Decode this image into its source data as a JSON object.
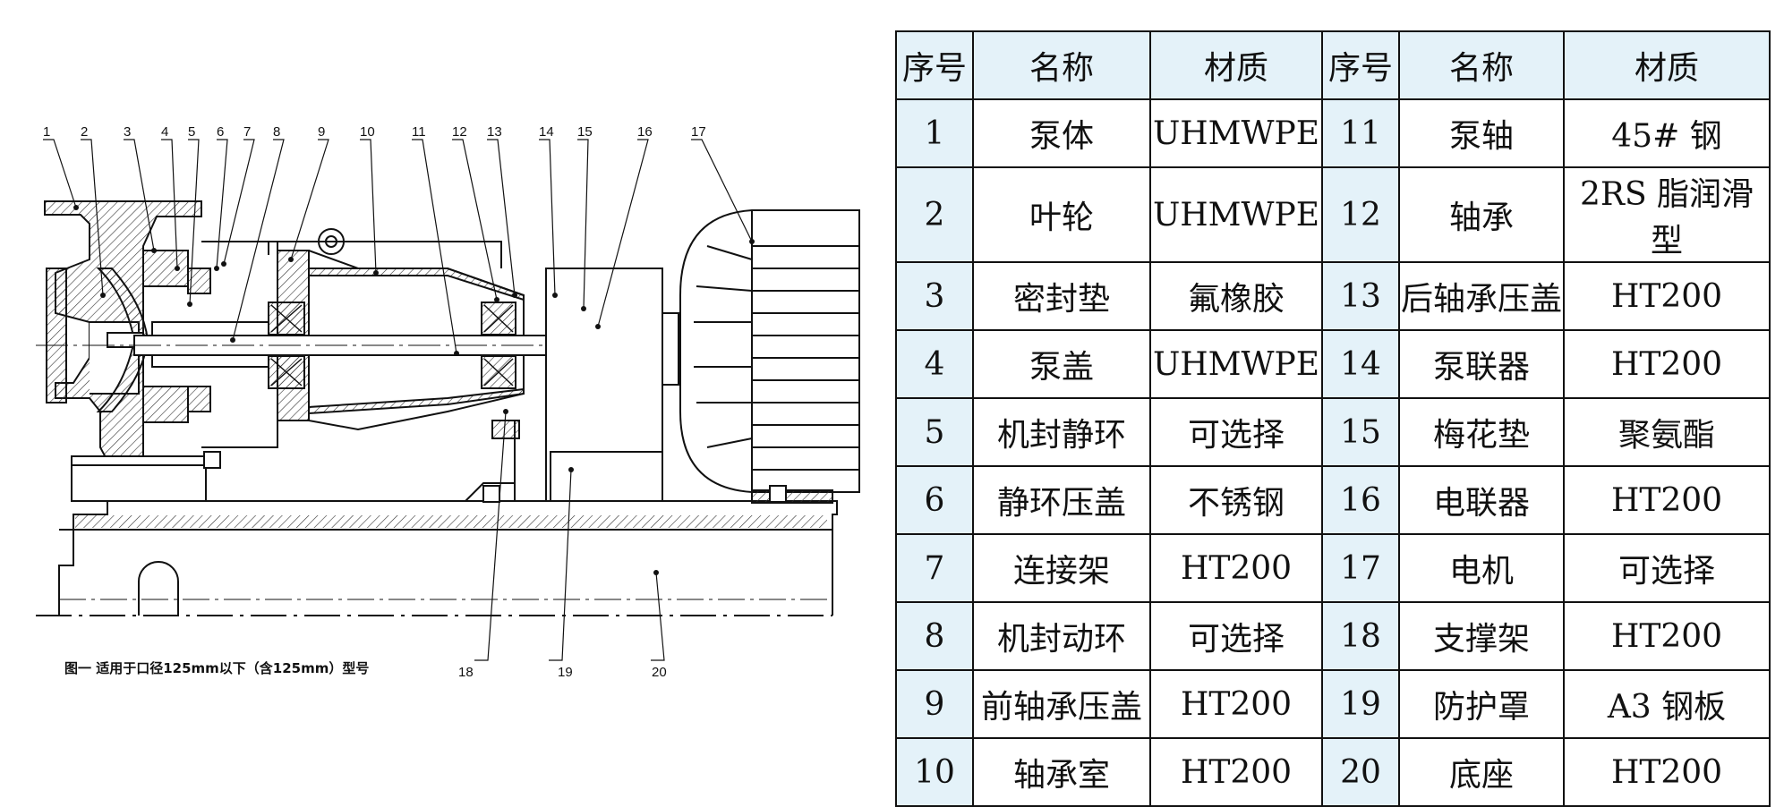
{
  "drawing": {
    "callouts": [
      "1",
      "2",
      "3",
      "4",
      "5",
      "6",
      "7",
      "8",
      "9",
      "10",
      "11",
      "12",
      "13",
      "14",
      "15",
      "16",
      "17",
      "18",
      "19",
      "20"
    ],
    "caption": "图一  适用于口径125mm以下（含125mm）型号"
  },
  "parts_table": {
    "headers": [
      "序号",
      "名称",
      "材质",
      "序号",
      "名称",
      "材质"
    ],
    "rows": [
      [
        {
          "no": "1",
          "name": "泵体",
          "material": "UHMWPE"
        },
        {
          "no": "11",
          "name": "泵轴",
          "material": "45# 钢"
        }
      ],
      [
        {
          "no": "2",
          "name": "叶轮",
          "material": "UHMWPE"
        },
        {
          "no": "12",
          "name": "轴承",
          "material": "2RS 脂润滑型"
        }
      ],
      [
        {
          "no": "3",
          "name": "密封垫",
          "material": "氟橡胶"
        },
        {
          "no": "13",
          "name": "后轴承压盖",
          "material": "HT200"
        }
      ],
      [
        {
          "no": "4",
          "name": "泵盖",
          "material": "UHMWPE"
        },
        {
          "no": "14",
          "name": "泵联器",
          "material": "HT200"
        }
      ],
      [
        {
          "no": "5",
          "name": "机封静环",
          "material": "可选择"
        },
        {
          "no": "15",
          "name": "梅花垫",
          "material": "聚氨酯"
        }
      ],
      [
        {
          "no": "6",
          "name": "静环压盖",
          "material": "不锈钢"
        },
        {
          "no": "16",
          "name": "电联器",
          "material": "HT200"
        }
      ],
      [
        {
          "no": "7",
          "name": "连接架",
          "material": "HT200"
        },
        {
          "no": "17",
          "name": "电机",
          "material": "可选择"
        }
      ],
      [
        {
          "no": "8",
          "name": "机封动环",
          "material": "可选择"
        },
        {
          "no": "18",
          "name": "支撑架",
          "material": "HT200"
        }
      ],
      [
        {
          "no": "9",
          "name": "前轴承压盖",
          "material": "HT200"
        },
        {
          "no": "19",
          "name": "防护罩",
          "material": "A3 钢板"
        }
      ],
      [
        {
          "no": "10",
          "name": "轴承室",
          "material": "HT200"
        },
        {
          "no": "20",
          "name": "底座",
          "material": "HT200"
        }
      ]
    ]
  },
  "colors": {
    "header_bg": "#e4f2f9",
    "line": "#111111",
    "hatch": "#333333"
  }
}
